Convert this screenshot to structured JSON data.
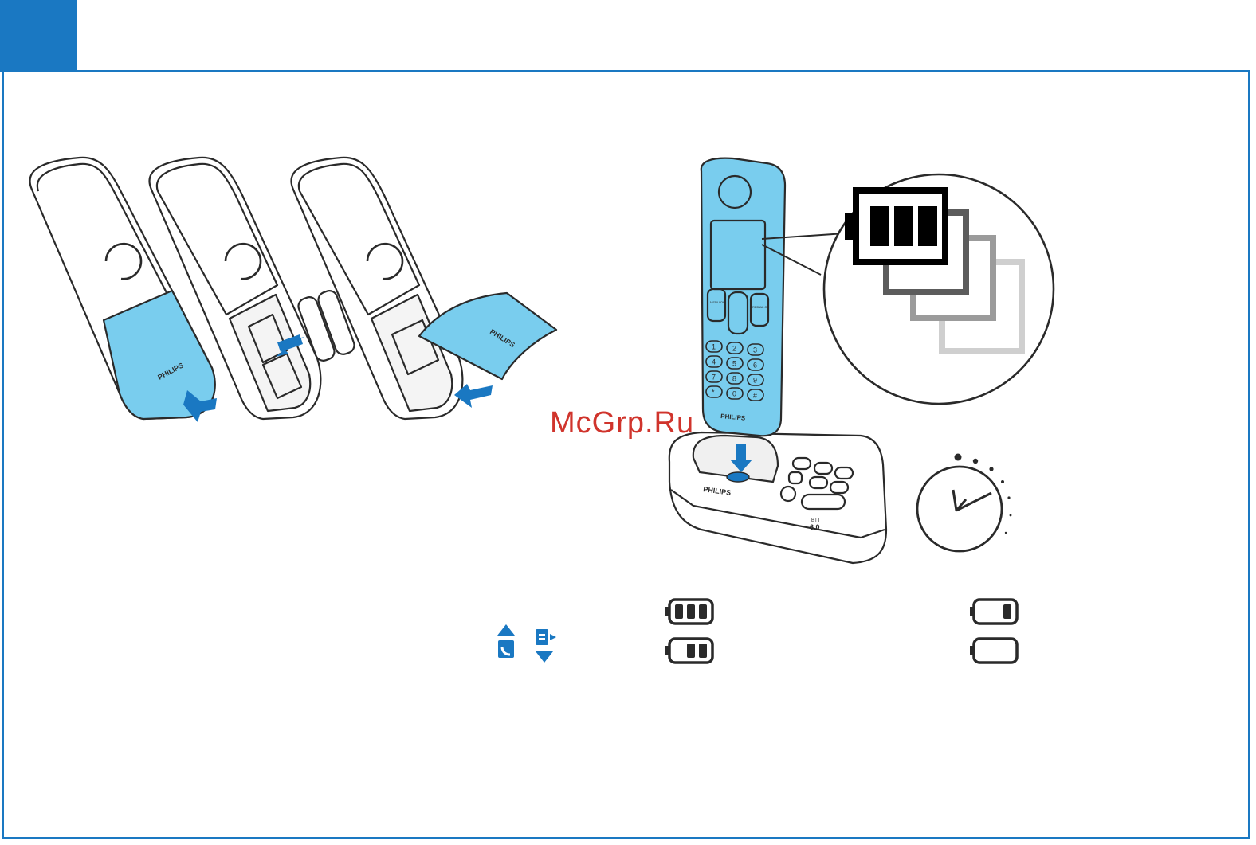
{
  "brand": {
    "name": "PHILIPS"
  },
  "base_station": {
    "model_label": "6.0",
    "model_prefix": "BTT"
  },
  "handset_keys": {
    "menu_ok": "MENU OK",
    "redial_c": "REDIAL C",
    "digits": [
      "1",
      "2",
      "3",
      "4",
      "5",
      "6",
      "7",
      "8",
      "9",
      "*",
      "0",
      "#"
    ]
  },
  "watermark": {
    "text": "McGrp.Ru"
  },
  "icons": [
    "battery-full-icon",
    "battery-two-thirds-icon",
    "battery-low-icon",
    "battery-empty-icon",
    "phonebook-up-icon",
    "redial-list-down-icon",
    "clock-icon",
    "arrow-icon"
  ],
  "colors": {
    "accent": "#1a78c2",
    "handset_blue": "#79cdee",
    "outline": "#2a2a2a",
    "watermark": "#d0342c"
  }
}
